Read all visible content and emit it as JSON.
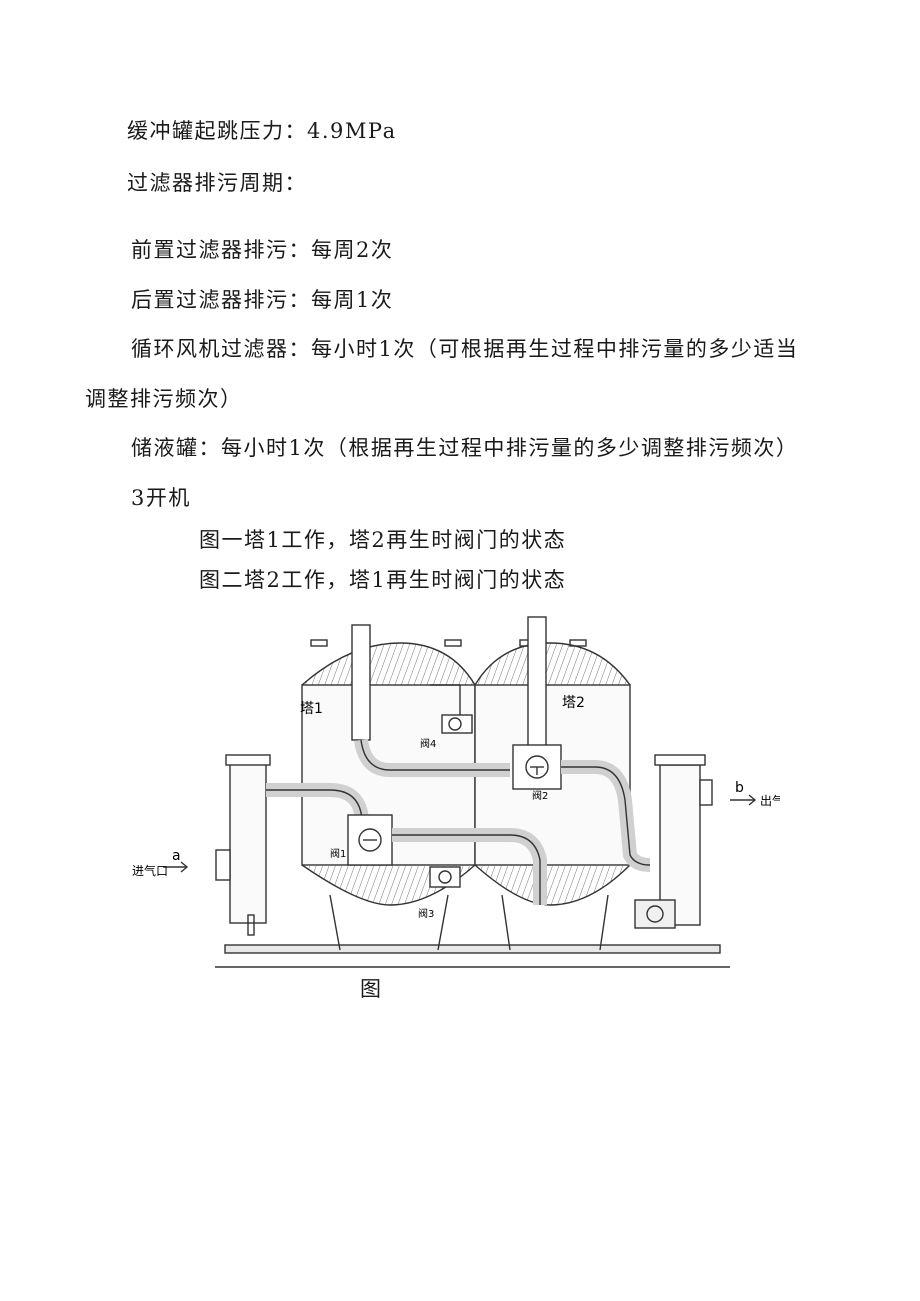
{
  "paragraphs": [
    "缓冲罐起跳压力：4.9MPa",
    "过滤器排污周期：",
    "前置过滤器排污：每周2次",
    "后置过滤器排污：每周1次",
    "循环风机过滤器：每小时1次（可根据再生过程中排污量的多少适当",
    "调整排污频次）",
    "储液罐：每小时1次（根据再生过程中排污量的多少调整排污频次）",
    "3开机",
    "图一塔1工作，塔2再生时阀门的状态",
    "图二塔2工作，塔1再生时阀门的状态"
  ],
  "figure": {
    "tower1": "塔1",
    "tower2": "塔2",
    "valve1": "阀1",
    "valve2": "阀2",
    "valve3": "阀3",
    "valve4": "阀4",
    "inlet_letter": "a",
    "inlet_label": "进气口",
    "outlet_letter": "b",
    "outlet_label": "出气口",
    "caption": "图"
  }
}
